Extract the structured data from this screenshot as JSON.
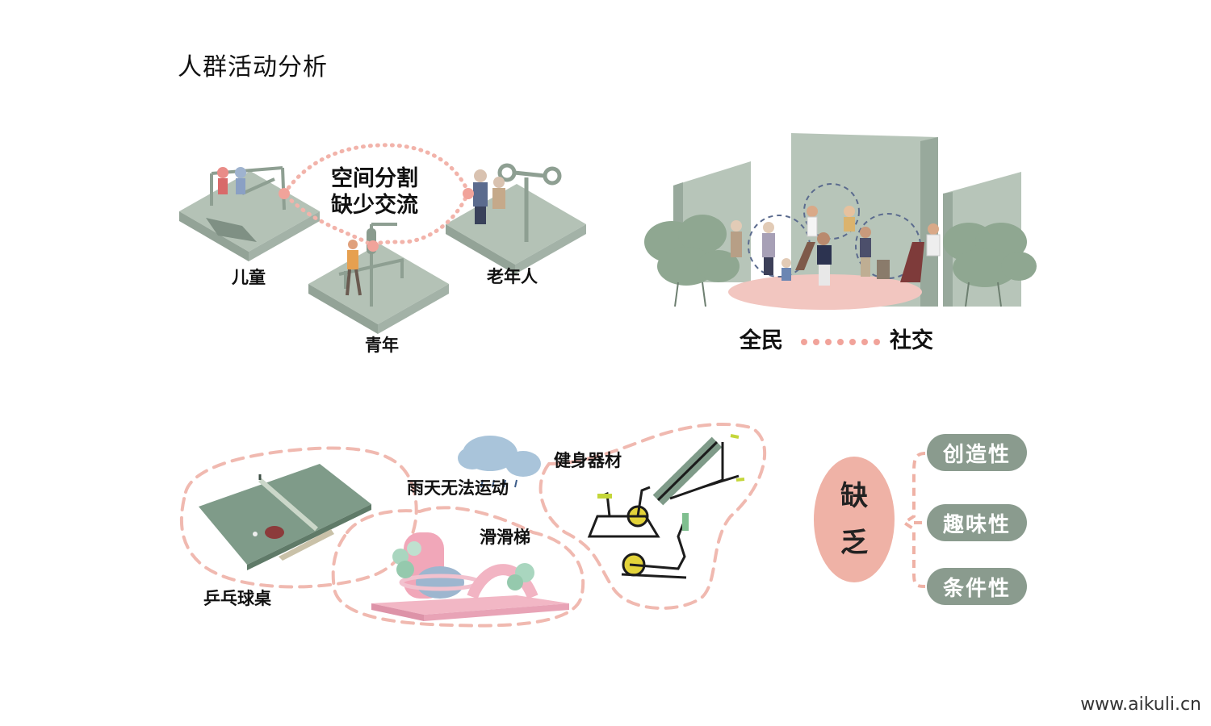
{
  "title": "人群活动分析",
  "top_left": {
    "callout_line1": "空间分割",
    "callout_line2": "缺少交流",
    "labels": {
      "children": "儿童",
      "youth": "青年",
      "elderly": "老年人"
    }
  },
  "top_right": {
    "left": "全民",
    "right": "社交"
  },
  "bottom": {
    "pingpong": "乒乓球桌",
    "rain": "雨天无法运动",
    "fitness": "健身器材",
    "slide": "滑滑梯"
  },
  "lack": {
    "char1": "缺",
    "char2": "乏",
    "items": [
      "创造性",
      "趣味性",
      "条件性"
    ]
  },
  "watermark": "www.aikuli.cn",
  "colors": {
    "sage": "#8a9b8e",
    "pink": "#efb2a6",
    "dash": "#f0b9b0"
  }
}
